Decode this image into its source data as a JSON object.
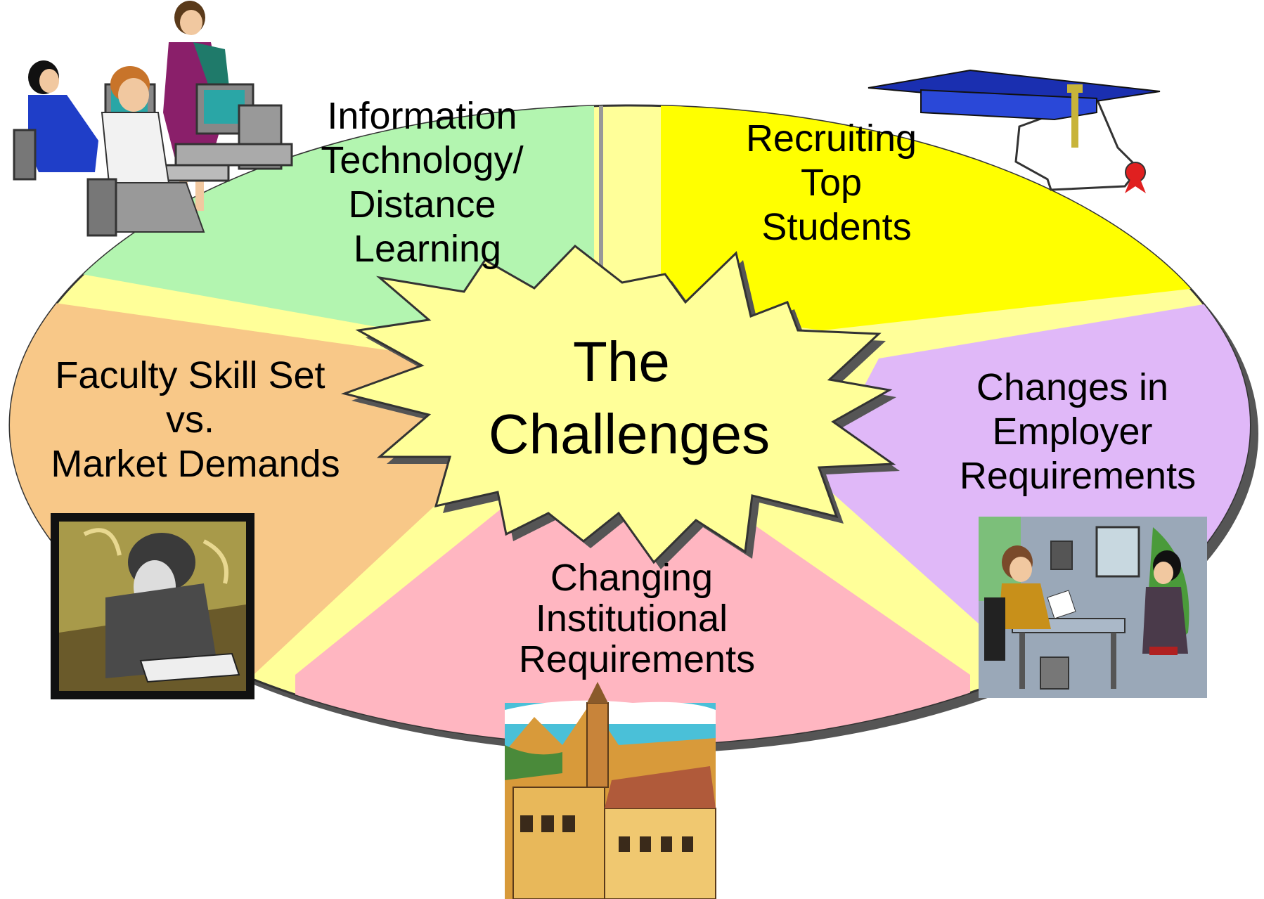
{
  "diagram": {
    "center": {
      "lines": [
        "The",
        "Challenges"
      ]
    },
    "segments": [
      {
        "id": "information-technology",
        "lines": [
          "Information",
          "Technology/",
          "Distance",
          "Learning"
        ],
        "color": "#b3f5b0",
        "illustration": "office-computer-workers-illustration"
      },
      {
        "id": "recruiting",
        "lines": [
          "Recruiting",
          "Top",
          "Students"
        ],
        "color": "#ffff00",
        "illustration": "graduation-cap-diploma-illustration"
      },
      {
        "id": "employer-requirements",
        "lines": [
          "Changes in",
          "Employer",
          "Requirements"
        ],
        "color": "#e0b8f8",
        "illustration": "job-interview-illustration"
      },
      {
        "id": "institutional-requirements",
        "lines": [
          "Changing",
          "Institutional",
          "Requirements"
        ],
        "color": "#ffb6c1",
        "illustration": "university-buildings-illustration"
      },
      {
        "id": "faculty-skill-set",
        "lines": [
          "Faculty Skill Set",
          "vs.",
          "Market Demands"
        ],
        "color": "#f8c888",
        "illustration": "old-scholar-writing-illustration"
      }
    ],
    "colors": {
      "background_ellipse": "#ffff99",
      "starburst": "#ffff99",
      "outline": "#333333",
      "shadow": "#555555"
    }
  }
}
